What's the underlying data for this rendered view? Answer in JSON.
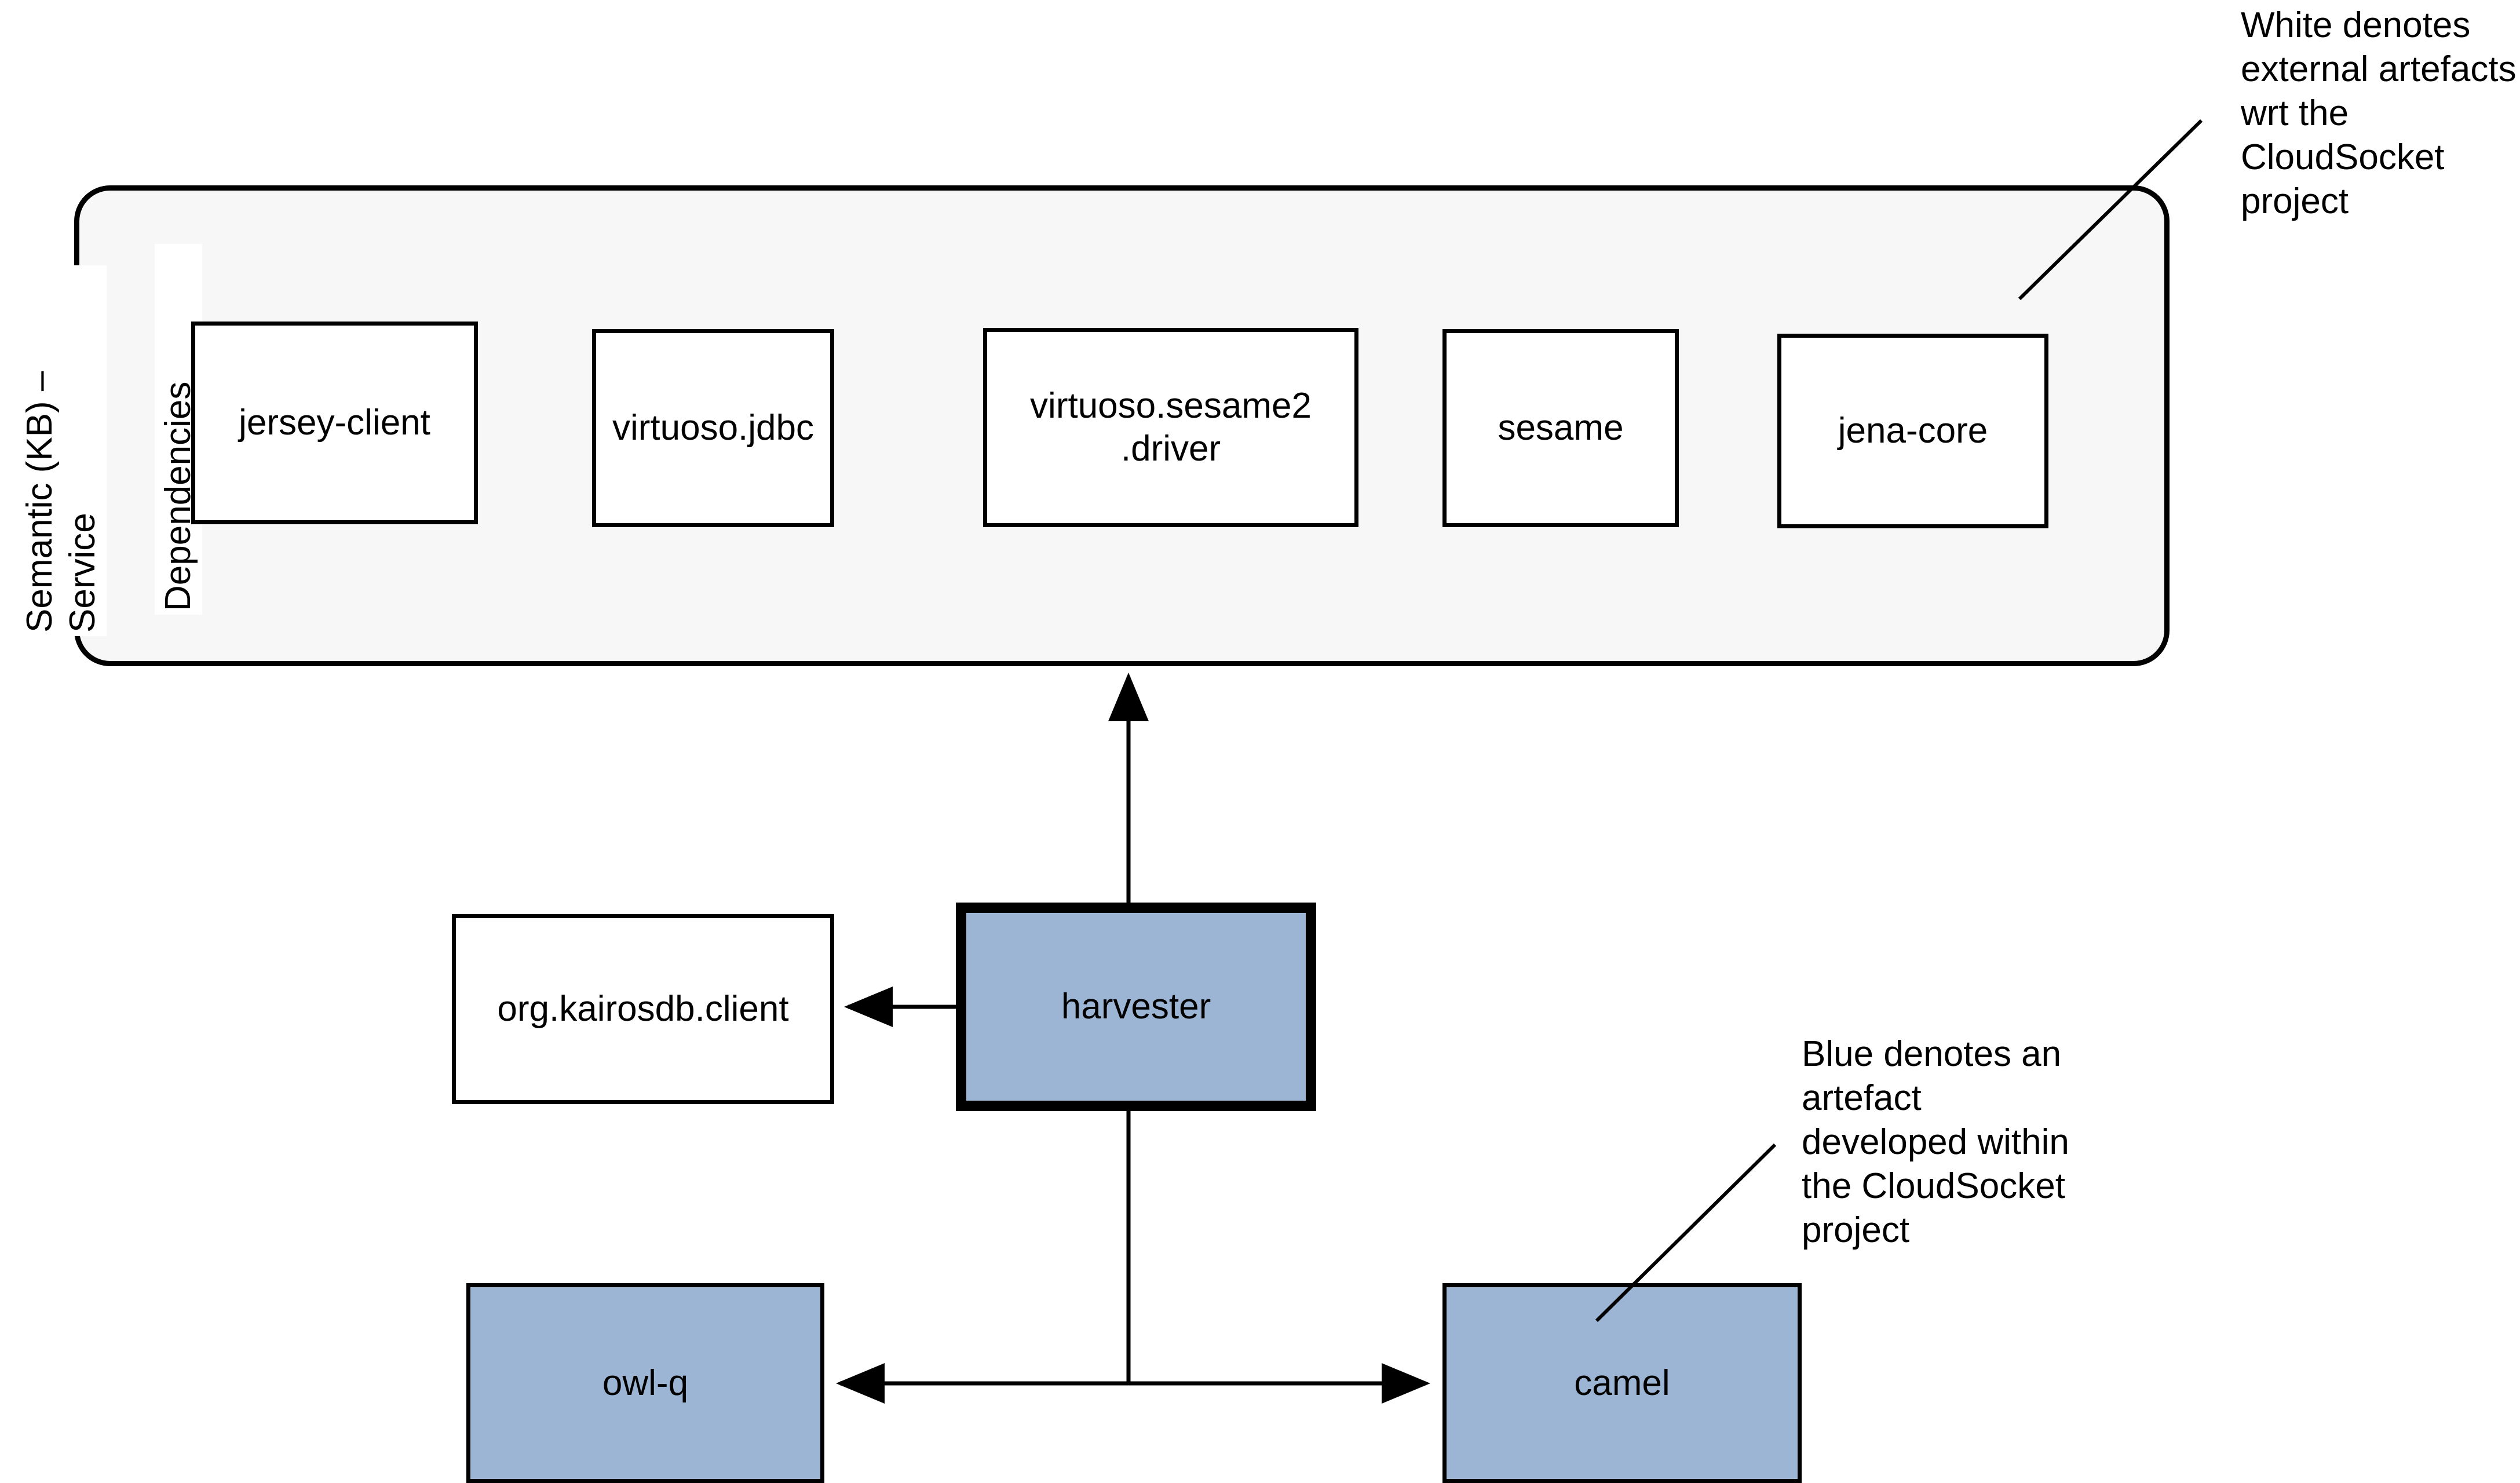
{
  "diagram": {
    "group": {
      "label_line1": "Semantic (KB) –",
      "label_line2": "Service",
      "label_line3": "Dependencies",
      "label_full": "Semantic (KB) – Service Dependencies",
      "background_color": "#F7F7F7",
      "border_color": "#000000"
    },
    "colors": {
      "artefact_internal": "#9DB5D4",
      "artefact_external": "#FFFFFF",
      "stroke": "#000000",
      "canvas": "#FFFFFF"
    },
    "external_dependencies": [
      {
        "id": "jersey-client",
        "label": "jersey-client"
      },
      {
        "id": "virtuoso-jdbc",
        "label": "virtuoso.jdbc"
      },
      {
        "id": "virtuoso-sesame2-driver",
        "label_line1": "virtuoso.sesame2",
        "label_line2": ".driver"
      },
      {
        "id": "sesame",
        "label": "sesame"
      },
      {
        "id": "jena-core",
        "label": "jena-core"
      }
    ],
    "nodes": [
      {
        "id": "harvester",
        "label": "harvester",
        "kind": "internal"
      },
      {
        "id": "org-kairosdb-client",
        "label": "org.kairosdb.client",
        "kind": "external"
      },
      {
        "id": "owl-q",
        "label": "owl-q",
        "kind": "internal"
      },
      {
        "id": "camel",
        "label": "camel",
        "kind": "internal"
      }
    ],
    "edges": [
      {
        "from": "harvester",
        "to": "semantic-kb-group",
        "arrow": "single"
      },
      {
        "from": "harvester",
        "to": "org-kairosdb-client",
        "arrow": "single"
      },
      {
        "from": "harvester",
        "to": "owl-q",
        "arrow": "single"
      },
      {
        "from": "harvester",
        "to": "camel",
        "arrow": "single"
      }
    ],
    "annotations": [
      {
        "id": "white-legend",
        "text": "White denotes\nexternal artefacts\nwrt the\nCloudSocket\nproject"
      },
      {
        "id": "blue-legend",
        "text": "Blue denotes an\nartefact\ndeveloped within\nthe CloudSocket\nproject"
      }
    ]
  }
}
